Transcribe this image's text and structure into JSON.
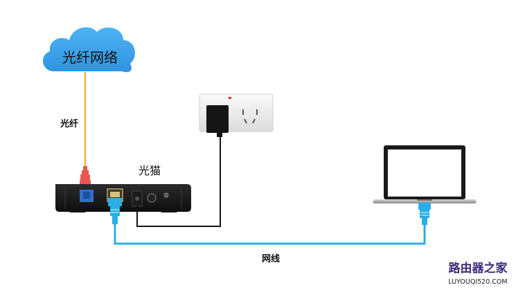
{
  "cloud": {
    "label": "光纤网络",
    "color": "#3aa0ea"
  },
  "labels": {
    "fiber": "光纤",
    "modem": "光猫",
    "ethernet": "网线"
  },
  "watermark": {
    "title": "路由器之家",
    "url": "LUYOUQI520.COM"
  },
  "colors": {
    "fiber_cable": "#f5a623",
    "fiber_connector": "#e8564f",
    "ethernet_cable": "#2aaee6",
    "power_cable": "#111111",
    "modem_body": "#1c1c1c"
  }
}
